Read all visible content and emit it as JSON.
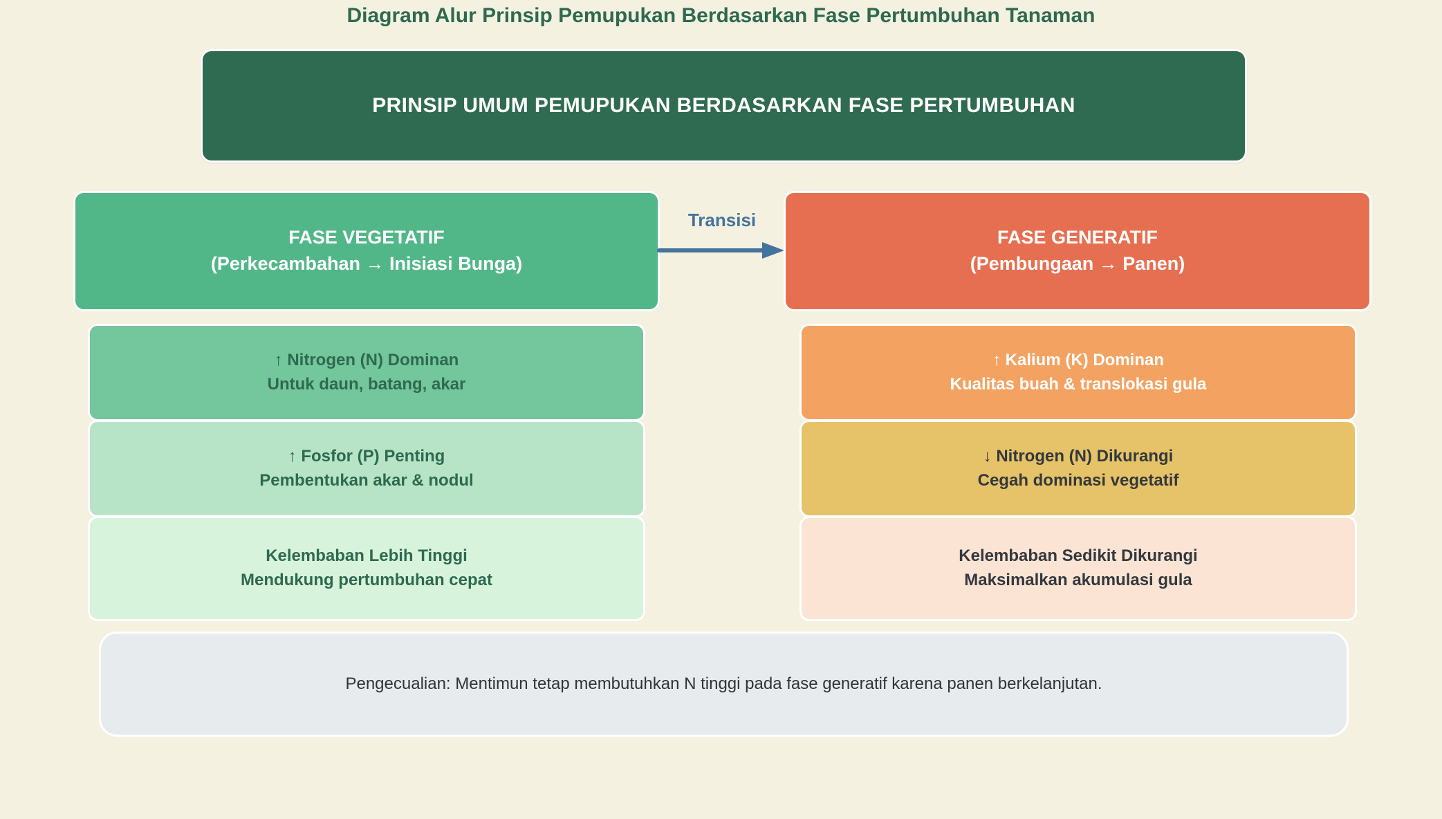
{
  "page": {
    "title": "Diagram Alur Prinsip Pemupukan Berdasarkan Fase Pertumbuhan Tanaman",
    "background_color": "#f5f1e1",
    "title_color": "#2d6a4f"
  },
  "header": {
    "label": "PRINSIP UMUM PEMUPUKAN BERDASARKAN FASE PERTUMBUHAN",
    "bg_color": "#2e6b50",
    "text_color": "#ffffff"
  },
  "transition": {
    "label": "Transisi",
    "color": "#44739d"
  },
  "columns": {
    "vegetatif": {
      "title_line1": "FASE VEGETATIF",
      "title_line2": "(Perkecambahan → Inisiasi Bunga)",
      "bg_color": "#52b788",
      "text_color": "#ffffff",
      "items": [
        {
          "line1": "↑ Nitrogen (N) Dominan",
          "line2": "Untuk daun, batang, akar",
          "bg_color": "#74c69d",
          "text_color": "#2d6a4f"
        },
        {
          "line1": "↑ Fosfor (P) Penting",
          "line2": "Pembentukan akar & nodul",
          "bg_color": "#b7e4c7",
          "text_color": "#2d6a4f"
        },
        {
          "line1": "Kelembaban Lebih Tinggi",
          "line2": "Mendukung pertumbuhan cepat",
          "bg_color": "#d8f3dc",
          "text_color": "#2d6a4f"
        }
      ]
    },
    "generatif": {
      "title_line1": "FASE GENERATIF",
      "title_line2": "(Pembungaan → Panen)",
      "bg_color": "#e76f51",
      "text_color": "#ffffff",
      "items": [
        {
          "line1": "↑ Kalium (K) Dominan",
          "line2": "Kualitas buah & translokasi gula",
          "bg_color": "#f4a261",
          "text_color": "#ffffff"
        },
        {
          "line1": "↓ Nitrogen (N) Dikurangi",
          "line2": "Cegah dominasi vegetatif",
          "bg_color": "#e6c368",
          "text_color": "#33383d"
        },
        {
          "line1": "Kelembaban Sedikit Dikurangi",
          "line2": "Maksimalkan akumulasi gula",
          "bg_color": "#fbe4d4",
          "text_color": "#33383d"
        }
      ]
    }
  },
  "note": {
    "text": "Pengecualian: Mentimun tetap membutuhkan N tinggi pada fase generatif karena panen berkelanjutan.",
    "bg_color": "#e7ebee",
    "text_color": "#333333"
  }
}
